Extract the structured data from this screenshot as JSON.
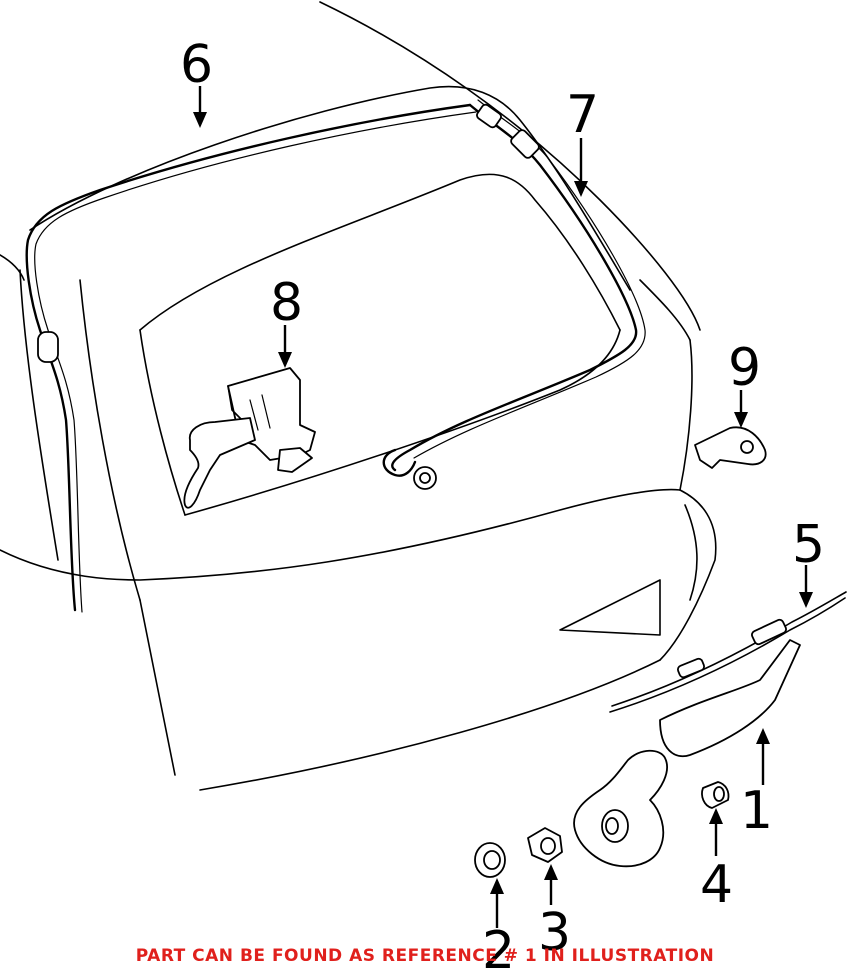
{
  "callouts": [
    "1",
    "2",
    "3",
    "4",
    "5",
    "6",
    "7",
    "8",
    "9"
  ],
  "caption": {
    "text": "PART CAN BE FOUND AS REFERENCE # 1 IN ILLUSTRATION",
    "color": "#e0201c"
  }
}
